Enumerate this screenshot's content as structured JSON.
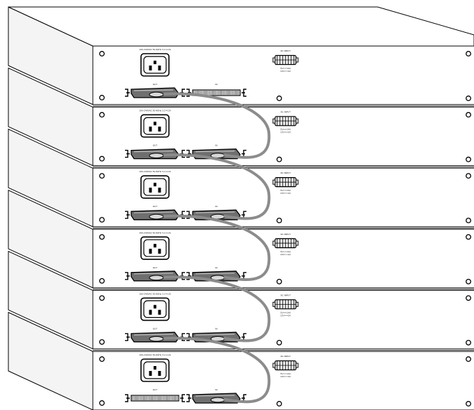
{
  "diagram": {
    "units": [
      {
        "ac_rating": "100-240VAC 50-60Hz 3.2-4.2A",
        "dc_input": "DC INPUT",
        "dc_spec": [
          "5V==14A",
          "12V==2A"
        ],
        "out_label": "OUT",
        "in_label": "IN"
      },
      {
        "ac_rating": "100-240VAC 50-60Hz 3.2-4.2A",
        "dc_input": "DC INPUT",
        "dc_spec": [
          "5V==14A",
          "12V==2A"
        ],
        "out_label": "OUT",
        "in_label": "IN"
      },
      {
        "ac_rating": "100-240VAC 50-60Hz 3.2-4.2A",
        "dc_input": "DC INPUT",
        "dc_spec": [
          "5V==14A",
          "12V==2A"
        ],
        "out_label": "OUT",
        "in_label": "IN"
      },
      {
        "ac_rating": "100-240VAC 50-60Hz 3.2-4.2A",
        "dc_input": "DC INPUT",
        "dc_spec": [
          "5V==14A",
          "12V==2A"
        ],
        "out_label": "OUT",
        "in_label": "IN"
      },
      {
        "ac_rating": "100-240VAC 50-60Hz 3.2-4.2A",
        "dc_input": "DC INPUT",
        "dc_spec": [
          "5V==14A",
          "12V==2A"
        ],
        "out_label": "OUT",
        "in_label": "IN"
      },
      {
        "ac_rating": "100-240VAC 50-60Hz 3.2-4.2A",
        "dc_input": "DC INPUT",
        "dc_spec": [
          "5V==14A",
          "12V==2A"
        ],
        "out_label": "OUT",
        "in_label": "IN"
      }
    ],
    "colors": {
      "line": "#000000",
      "cable": "#8c8c8c",
      "side_fill": "#f4f4f4"
    },
    "connectors": {
      "top_unit": {
        "out": "cable-plug",
        "in": "empty-port"
      },
      "bottom_unit": {
        "out": "empty-port",
        "in": "cable-plug"
      },
      "middle_units": {
        "out": "cable-plug",
        "in": "cable-plug"
      }
    },
    "icons": [
      "screw-icon",
      "ac-power-inlet-icon",
      "dc-input-connector-icon",
      "stack-cable-plug-icon",
      "stack-port-icon"
    ]
  }
}
